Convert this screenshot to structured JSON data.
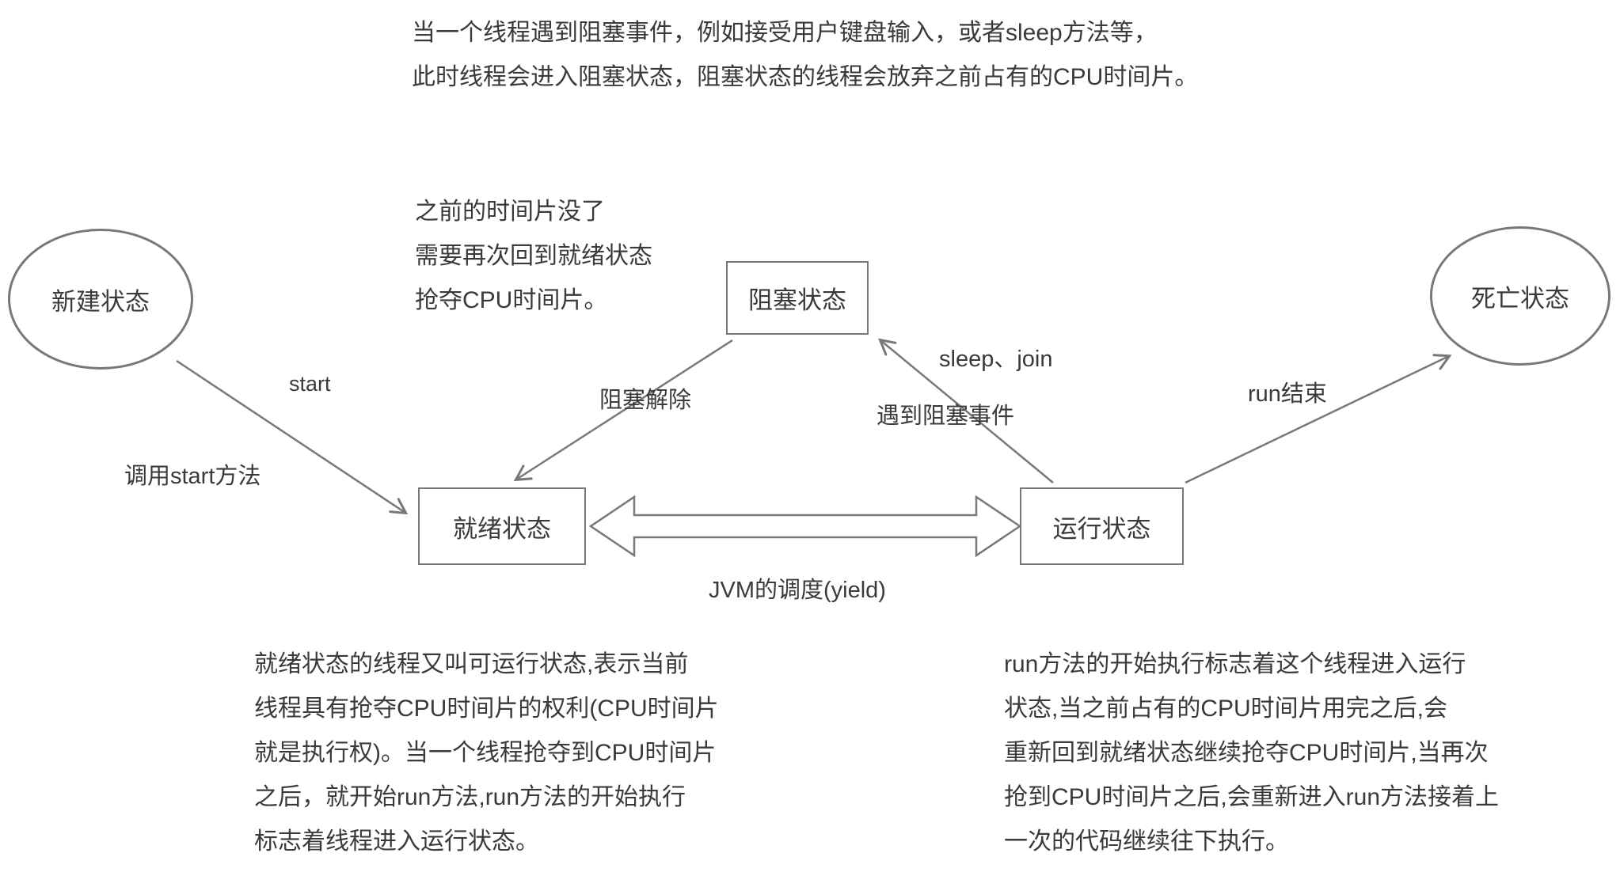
{
  "colors": {
    "stroke": "#787878",
    "text": "#3a3a3a"
  },
  "top_note": [
    "当一个线程遇到阻塞事件，例如接受用户键盘输入，或者sleep方法等，",
    "此时线程会进入阻塞状态，阻塞状态的线程会放弃之前占有的CPU时间片。"
  ],
  "blocked_note": [
    "之前的时间片没了",
    "需要再次回到就绪状态",
    "抢夺CPU时间片。"
  ],
  "nodes": {
    "new": "新建状态",
    "blocked": "阻塞状态",
    "ready": "就绪状态",
    "running": "运行状态",
    "dead": "死亡状态"
  },
  "edge_labels": {
    "start": "start",
    "call_start": "调用start方法",
    "unblock": "阻塞解除",
    "sleep_join": "sleep、join",
    "block_event": "遇到阻塞事件",
    "run_end": "run结束",
    "jvm_schedule": "JVM的调度(yield)"
  },
  "ready_note": [
    "就绪状态的线程又叫可运行状态,表示当前",
    "线程具有抢夺CPU时间片的权利(CPU时间片",
    "就是执行权)。当一个线程抢夺到CPU时间片",
    "之后，就开始run方法,run方法的开始执行",
    "标志着线程进入运行状态。"
  ],
  "running_note": [
    "run方法的开始执行标志着这个线程进入运行",
    "状态,当之前占有的CPU时间片用完之后,会",
    "重新回到就绪状态继续抢夺CPU时间片,当再次",
    "抢到CPU时间片之后,会重新进入run方法接着上",
    "一次的代码继续往下执行。"
  ]
}
